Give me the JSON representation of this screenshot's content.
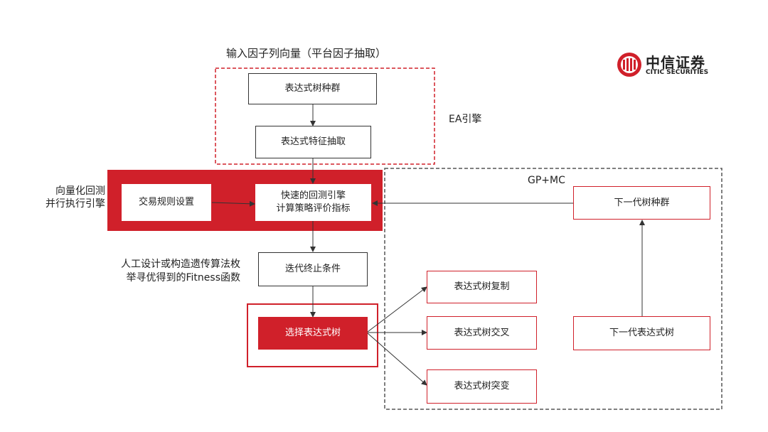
{
  "top_label": "输入因子列向量（平台因子抽取）",
  "ea_label": "EA引擎",
  "gp_label": "GP+MC",
  "vector_label_line1": "向量化回测",
  "vector_label_line2": "并行执行引擎",
  "fitness_label_line1": "人工设计或构造遗传算法枚",
  "fitness_label_line2": "举寻优得到的Fitness函数",
  "boxes": {
    "population": "表达式树种群",
    "feature": "表达式特征抽取",
    "trade_rules": "交易规则设置",
    "backtest_line1": "快速的回测引擎",
    "backtest_line2": "计算策略评价指标",
    "next_population": "下一代树种群",
    "stop": "迭代终止条件",
    "select": "选择表达式树",
    "copy": "表达式树复制",
    "crossover": "表达式树交叉",
    "mutate": "表达式树突变",
    "next_tree": "下一代表达式树"
  },
  "logo": {
    "cn": "中信证券",
    "en": "CITIC SECURITIES"
  },
  "colors": {
    "accent": "#d0202a",
    "border": "#333333"
  }
}
